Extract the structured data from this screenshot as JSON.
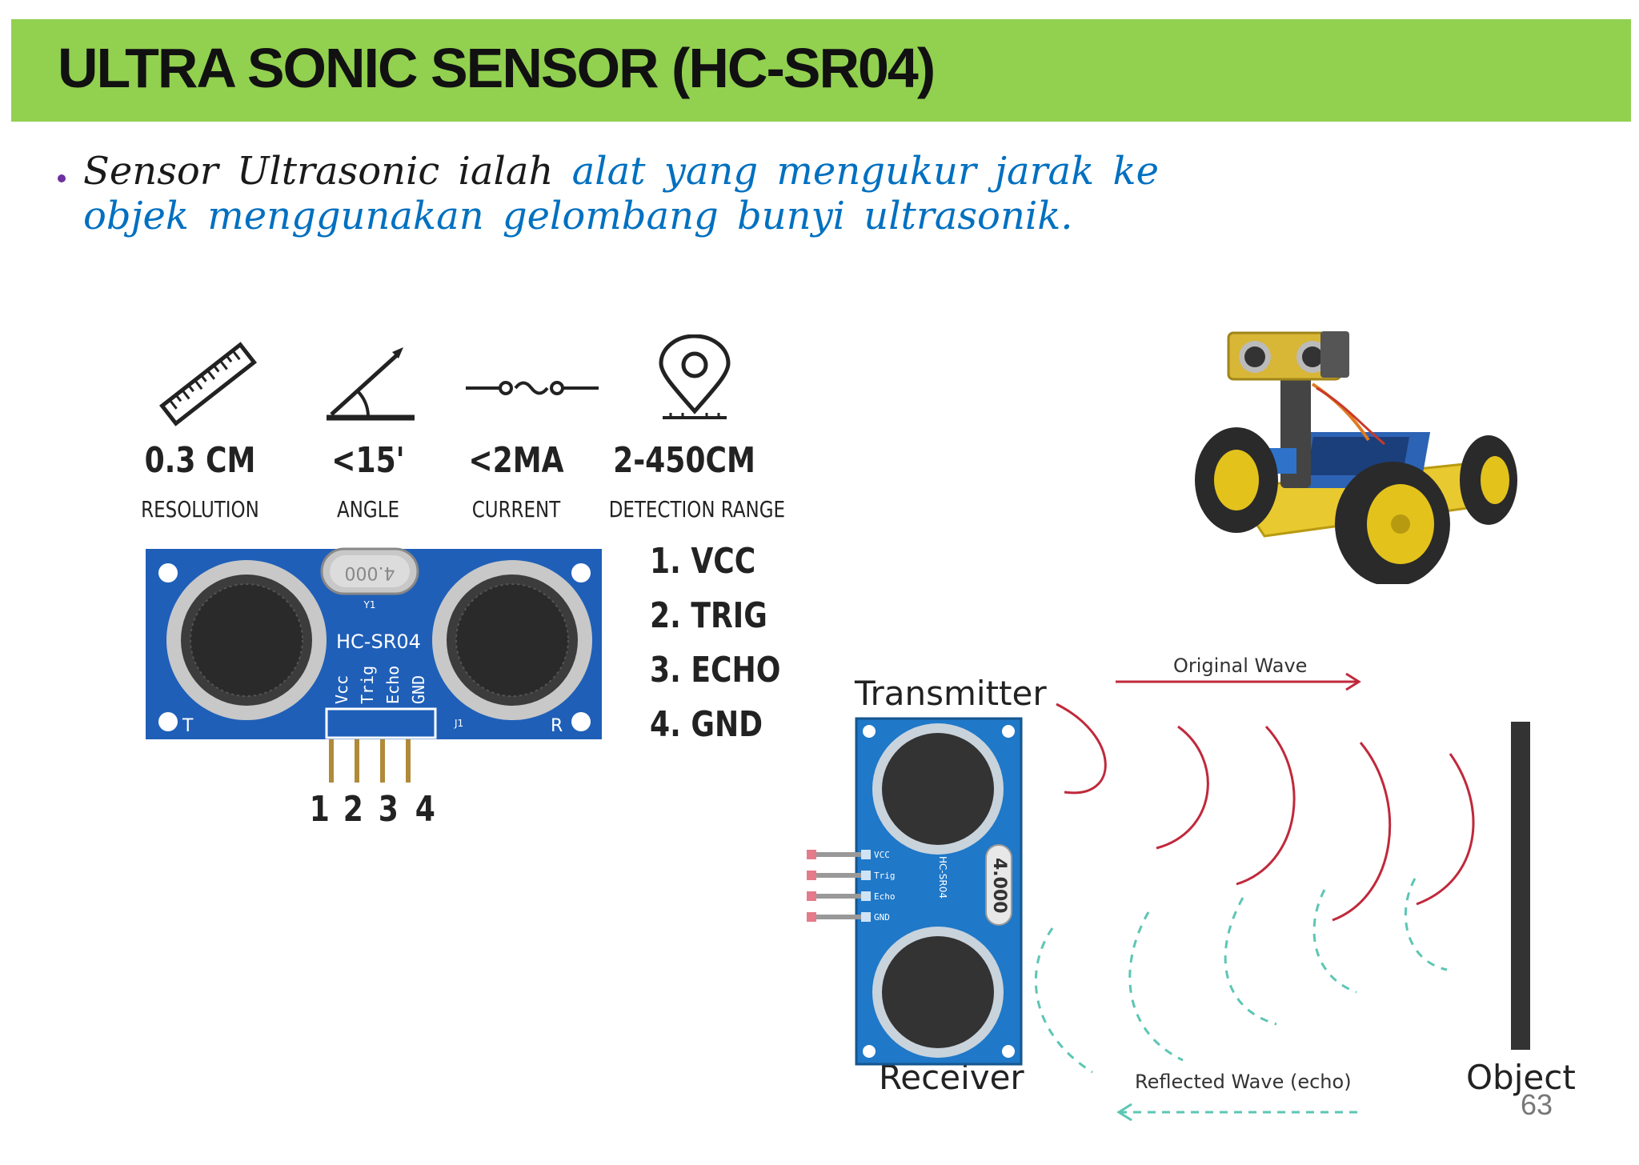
{
  "slide": {
    "title": "ULTRA SONIC SENSOR (HC-SR04)",
    "bullet": {
      "lead": "Sensor Ultrasonic ialah ",
      "highlight": "alat yang mengukur jarak ke objek menggunakan gelombang bunyi ultrasonik."
    },
    "page_number": "63"
  },
  "specs": [
    {
      "icon": "ruler-icon",
      "value": "0.3 CM",
      "label": "RESOLUTION"
    },
    {
      "icon": "angle-icon",
      "value": "<15'",
      "label": "ANGLE"
    },
    {
      "icon": "switch-icon",
      "value": "<2MA",
      "label": "CURRENT"
    },
    {
      "icon": "location-pin-icon",
      "value": "2-450CM",
      "label": "DETECTION RANGE"
    }
  ],
  "module": {
    "crystal": "4.000",
    "name": "HC-SR04",
    "pin_labels": [
      "Vcc",
      "Trig",
      "Echo",
      "GND"
    ],
    "corner_t": "T",
    "corner_r": "R",
    "y1": "Y1",
    "j1": "J1"
  },
  "pins": [
    "1. VCC",
    "2. TRIG",
    "3. ECHO",
    "4. GND"
  ],
  "pin_numbers": [
    "1",
    "2",
    "3",
    "4"
  ],
  "diagram": {
    "transmitter": "Transmitter",
    "receiver": "Receiver",
    "object": "Object",
    "original_wave": "Original Wave",
    "reflected_wave": "Reflected Wave (echo)",
    "board_crystal": "4.000",
    "board_name": "HC-SR04",
    "board_pins": [
      "VCC",
      "Trig",
      "Echo",
      "GND"
    ]
  },
  "colors": {
    "title_bar": "#92d050",
    "bullet_highlight": "#0070c0",
    "wave_out": "#c0293b",
    "wave_echo": "#5cc6b4",
    "board_blue": "#1f78c8"
  }
}
